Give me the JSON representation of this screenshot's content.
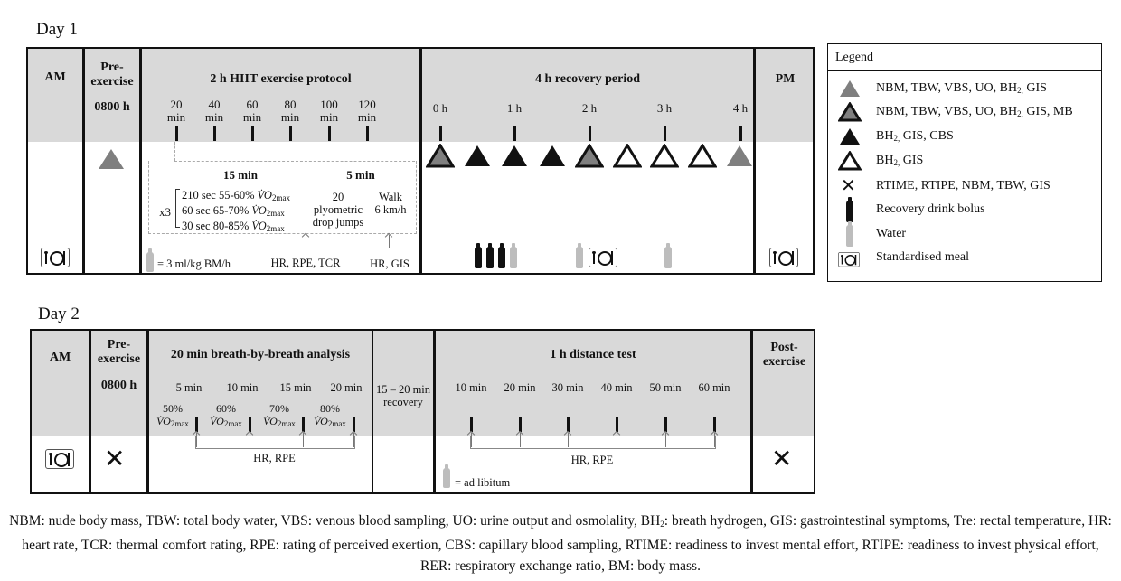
{
  "day1": {
    "title": "Day 1",
    "columns": {
      "am": "AM",
      "pre_line1": "Pre-",
      "pre_line2": "exercise",
      "pre_time": "0800 h",
      "hiit": "2 h HIIT exercise protocol",
      "recovery": "4 h recovery period",
      "pm": "PM"
    },
    "hiit_ticks": [
      {
        "num": "20",
        "unit": "min"
      },
      {
        "num": "40",
        "unit": "min"
      },
      {
        "num": "60",
        "unit": "min"
      },
      {
        "num": "80",
        "unit": "min"
      },
      {
        "num": "100",
        "unit": "min"
      },
      {
        "num": "120",
        "unit": "min"
      }
    ],
    "recovery_ticks": [
      "0 h",
      "1 h",
      "2 h",
      "3 h",
      "4 h"
    ],
    "block15": {
      "title": "15 min",
      "repeat": "x3",
      "rows": [
        {
          "text": "210 sec 55-60% ",
          "vo": "V̇O",
          "sub": "2max"
        },
        {
          "text": "60 sec 65-70% ",
          "vo": "V̇O",
          "sub": "2max"
        },
        {
          "text": "30 sec 80-85% ",
          "vo": "V̇O",
          "sub": "2max"
        }
      ]
    },
    "block5": {
      "title": "5 min",
      "jumps": [
        "20",
        "plyometric",
        "drop jumps"
      ],
      "walk": [
        "Walk",
        "6 km/h"
      ]
    },
    "measures_a": "HR, RPE, TCR",
    "measures_b": "HR, GIS",
    "water_rate": "= 3 ml/kg BM/h",
    "recovery_markers": [
      "grey-outlined",
      "black",
      "black",
      "black",
      "grey-outlined",
      "hollow",
      "hollow",
      "hollow",
      "grey"
    ]
  },
  "day2": {
    "title": "Day 2",
    "columns": {
      "am": "AM",
      "pre_line1": "Pre-",
      "pre_line2": "exercise",
      "pre_time": "0800 h",
      "bbb": "20 min breath-by-breath analysis",
      "rec_line1": "15 – 20 min",
      "rec_line2": "recovery",
      "dist": "1 h distance test",
      "post_line1": "Post-",
      "post_line2": "exercise"
    },
    "bbb_ticks": [
      "5 min",
      "10 min",
      "15 min",
      "20 min"
    ],
    "bbb_intensities": [
      {
        "pct": "50%",
        "vo": "V̇O",
        "sub": "2max"
      },
      {
        "pct": "60%",
        "vo": "V̇O",
        "sub": "2max"
      },
      {
        "pct": "70%",
        "vo": "V̇O",
        "sub": "2max"
      },
      {
        "pct": "80%",
        "vo": "V̇O",
        "sub": "2max"
      }
    ],
    "dist_ticks": [
      "10 min",
      "20 min",
      "30 min",
      "40 min",
      "50 min",
      "60 min"
    ],
    "measures_bbb": "HR, RPE",
    "measures_dist": "HR, RPE",
    "water_rate": "= ad libitum"
  },
  "legend": {
    "title": "Legend",
    "items": [
      {
        "icon": "grey-triangle",
        "label": "NBM, TBW, VBS, UO, BH",
        "sub": "2,",
        "rest": " GIS"
      },
      {
        "icon": "grey-outlined-triangle",
        "label": "NBM, TBW, VBS, UO, BH",
        "sub": "2,",
        "rest": " GIS, MB"
      },
      {
        "icon": "black-triangle",
        "label": "BH",
        "sub": "2,",
        "rest": " GIS, CBS"
      },
      {
        "icon": "hollow-triangle",
        "label": "BH",
        "sub": "2,",
        "rest": " GIS"
      },
      {
        "icon": "cross",
        "label": "RTIME, RTIPE, NBM, TBW, GIS",
        "sub": "",
        "rest": ""
      },
      {
        "icon": "recovery-drink-bottle",
        "label": "Recovery drink bolus",
        "sub": "",
        "rest": ""
      },
      {
        "icon": "water-bottle",
        "label": "Water",
        "sub": "",
        "rest": ""
      },
      {
        "icon": "meal",
        "label": "Standardised meal",
        "sub": "",
        "rest": ""
      }
    ]
  },
  "caption": {
    "pre": "NBM: nude body mass, TBW: total body water, VBS: venous blood sampling, UO: urine output and osmolality, BH",
    "sub": "2",
    "post": ": breath hydrogen, GIS: gastrointestinal symptoms, Tre: rectal temperature, HR: heart rate, TCR: thermal comfort rating, RPE: rating of perceived exertion, CBS: capillary blood sampling, RTIME: readiness to invest mental effort, RTIPE: readiness to invest physical effort, RER: respiratory exchange ratio, BM: body mass."
  },
  "colors": {
    "header_gray": "#d9d9d9",
    "marker_gray": "#7f7f7f",
    "water_gray": "#bdbdbd",
    "drink_black": "#111111"
  }
}
